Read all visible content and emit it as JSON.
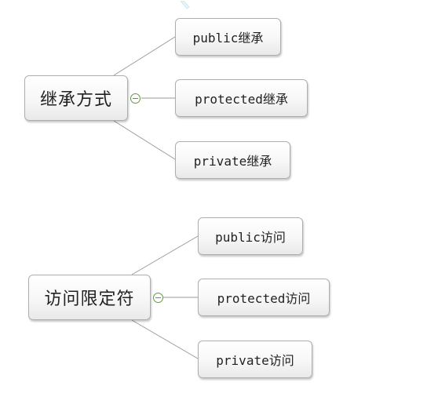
{
  "diagram1": {
    "root": "继承方式",
    "children": [
      "public继承",
      "protected继承",
      "private继承"
    ]
  },
  "diagram2": {
    "root": "访问限定符",
    "children": [
      "public访问",
      "protected访问",
      "private访问"
    ]
  },
  "colors": {
    "edge": "#9a9a9a",
    "node_border": "#aeaeae",
    "toggle": "#5b9b3c"
  }
}
